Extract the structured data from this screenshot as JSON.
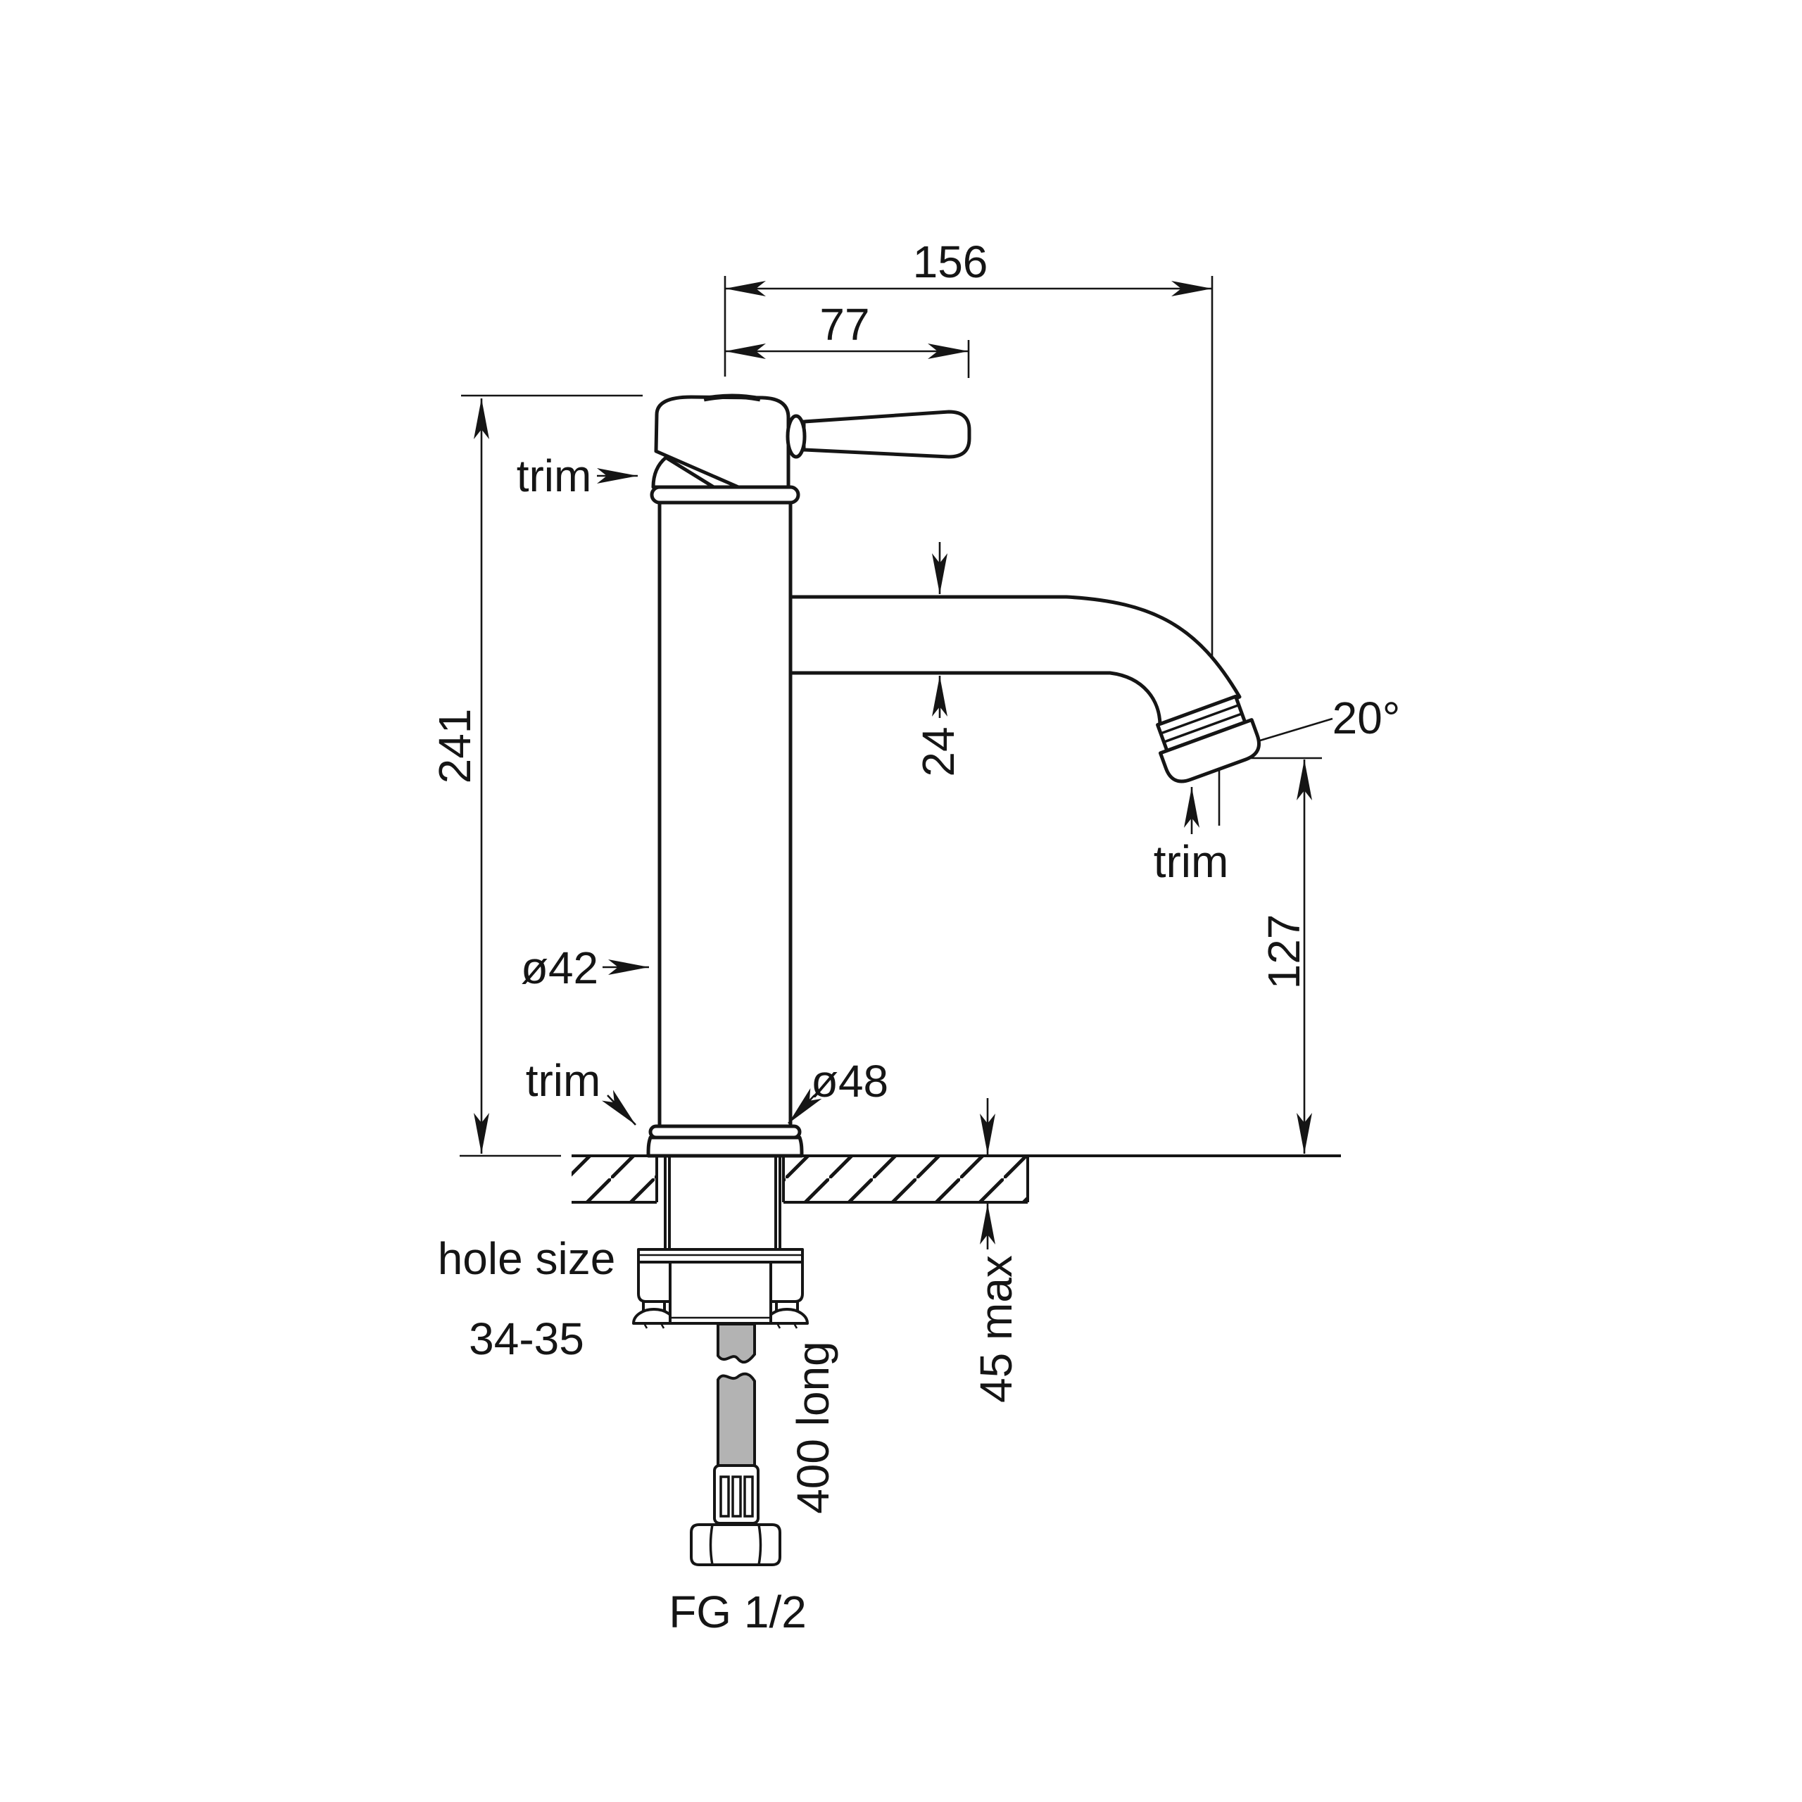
{
  "drawing": {
    "colors": {
      "line": "#151515",
      "hose": "#b3b3b3",
      "background": "#ffffff"
    },
    "dims": {
      "overall_reach": "156",
      "handle_reach": "77",
      "body_height": "241",
      "spout_tube": "24",
      "spout_angle": "20°",
      "outlet_height": "127",
      "body_diameter": "ø42",
      "base_diameter": "ø48",
      "bench_thickness": "45 max",
      "hose_length": "400 long",
      "hole_size_line1": "hole size",
      "hole_size_line2": "34-35",
      "connector": "FG 1/2"
    },
    "annotations": {
      "trim_top": "trim",
      "trim_base": "trim",
      "trim_spout": "trim"
    }
  }
}
